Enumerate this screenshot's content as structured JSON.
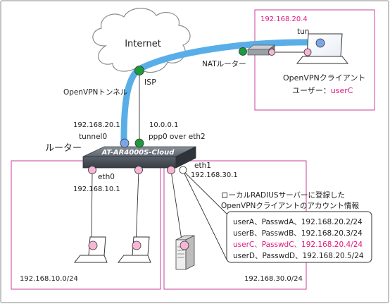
{
  "colors": {
    "border": "#b0b0b0",
    "zone_border": "#c8429a",
    "tunnel": "#5aaee8",
    "port_pink": "#f7b6d6",
    "port_green": "#1c9a3c",
    "port_blue": "#7aa6e8",
    "highlight_text": "#e0197d",
    "router_body": "#4f5660"
  },
  "cloud": {
    "label": "Internet"
  },
  "client": {
    "ip": "192.168.20.4",
    "iface": "tun",
    "title": "OpenVPNクライアント",
    "user_prefix": "ユーザー：",
    "user_name": "userC"
  },
  "nat": {
    "label": "NATルーター"
  },
  "isp": {
    "label": "ISP"
  },
  "tunnel_label": "OpenVPNトンネル",
  "router": {
    "title": "ルーター",
    "model": "AT-AR4000S-Cloud",
    "tunnel_ip": "192.168.20.1",
    "tunnel_iface": "tunnel0",
    "ppp_ip": "10.0.0.1",
    "ppp_iface": "ppp0 over eth2",
    "eth0": "eth0",
    "eth0_ip": "192.168.10.1",
    "eth1": "eth1",
    "eth1_ip": "192.168.30.1"
  },
  "lan_left": {
    "subnet": "192.168.10.0/24"
  },
  "lan_right": {
    "subnet": "192.168.30.0/24"
  },
  "radius": {
    "caption_line1": "ローカルRADIUSサーバーに登録した",
    "caption_line2": "OpenVPNクライアントのアカウント情報",
    "accounts": [
      {
        "text": "userA、PasswdA、192.168.20.2/24",
        "highlight": false
      },
      {
        "text": "userB、PasswdB、192.168.20.3/24",
        "highlight": false
      },
      {
        "text": "userC、PasswdC、192.168.20.4/24",
        "highlight": true
      },
      {
        "text": "userD、PasswdD、192.168.20.5/24",
        "highlight": false
      }
    ]
  }
}
